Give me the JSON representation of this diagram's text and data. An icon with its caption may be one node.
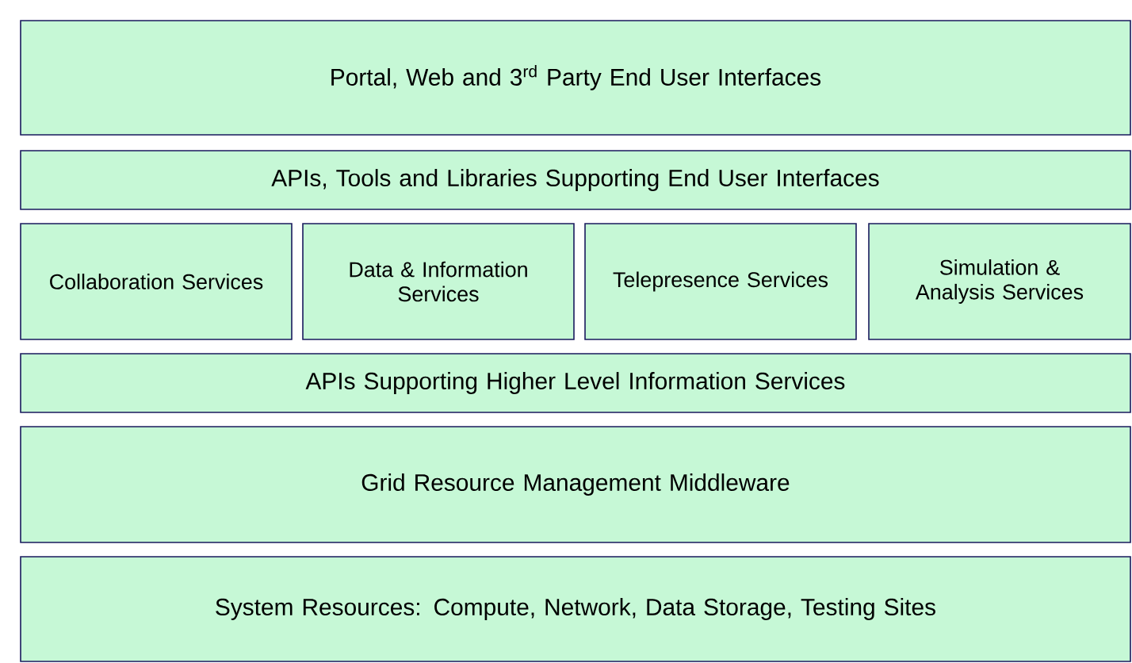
{
  "diagram": {
    "nodes": [
      {
        "text": [
          "Portal, Web and 3$^{rd}$ Party End User Interfaces"
        ]
      },
      {
        "text": [
          "APIs, Tools and Libraries Supporting End User Interfaces"
        ]
      },
      {
        "text": [
          "Collaboration Services"
        ]
      },
      {
        "text": [
          "Data & Information Services"
        ]
      },
      {
        "text": [
          "Telepresence Services"
        ]
      },
      {
        "text": [
          "Simulation & Analysis Services"
        ]
      },
      {
        "text": [
          "APIs Supporting Higher Level Information Services"
        ]
      },
      {
        "text": [
          "Grid Resource Management Middleware"
        ]
      },
      {
        "text": [
          "System Resources: Compute, Network, Data Storage, Testing Sites"
        ]
      }
    ]
  }
}
